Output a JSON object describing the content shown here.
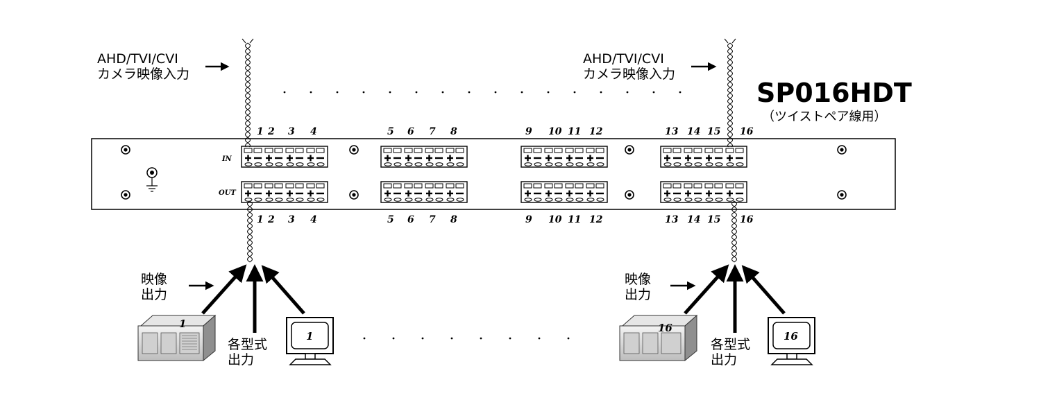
{
  "model": {
    "name": "SP016HDT",
    "subtitle": "（ツイストペア線用）"
  },
  "labels": {
    "camera_input_left": [
      "AHD/TVI/CVI",
      "カメラ映像入力"
    ],
    "camera_input_right": [
      "AHD/TVI/CVI",
      "カメラ映像入力"
    ],
    "video_output_left": [
      "映像",
      "出力"
    ],
    "video_output_right": [
      "映像",
      "出力"
    ],
    "various_output_left": [
      "各型式",
      "出力"
    ],
    "various_output_right": [
      "各型式",
      "出力"
    ]
  },
  "panel": {
    "in_tag": "IN",
    "out_tag": "OUT",
    "channels": [
      "1",
      "2",
      "3",
      "4",
      "5",
      "6",
      "7",
      "8",
      "9",
      "10",
      "11",
      "12",
      "13",
      "14",
      "15",
      "16"
    ]
  },
  "devices": {
    "dvr_left": "1",
    "monitor_left": "1",
    "dvr_right": "16",
    "monitor_right": "16"
  }
}
